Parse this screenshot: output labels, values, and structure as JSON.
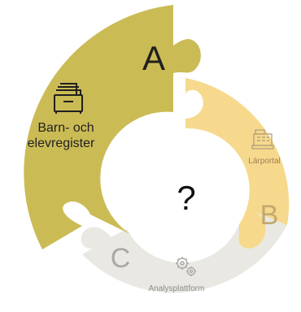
{
  "segments": [
    {
      "letter": "A",
      "label_line1": "Barn- och",
      "label_line2": "elevregister",
      "icon": "file-cabinet-icon",
      "color": "#cbbb55",
      "text_color": "#1f1f1f"
    },
    {
      "letter": "B",
      "label": "Lärportal",
      "icon": "cash-register-icon",
      "color": "#f6d98c",
      "text_color": "#a07f52"
    },
    {
      "letter": "C",
      "label": "Analysplattform",
      "icon": "gears-icon",
      "color": "#e9e8e3",
      "text_color": "#8c8c8c"
    }
  ],
  "center": {
    "symbol": "?"
  }
}
